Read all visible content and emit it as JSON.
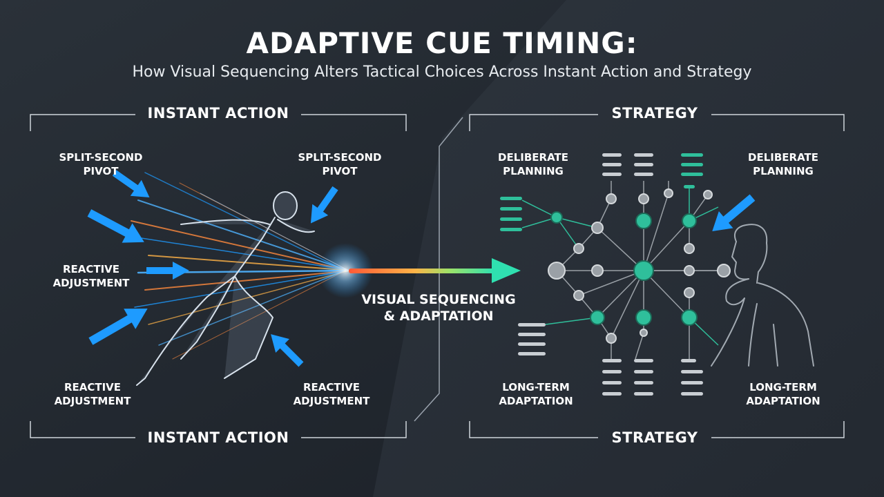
{
  "title": "ADAPTIVE CUE TIMING:",
  "subtitle": "How Visual Sequencing Alters Tactical Choices Across Instant Action and Strategy",
  "left_panel": {
    "title_top": "INSTANT ACTION",
    "title_bottom": "INSTANT ACTION",
    "labels": {
      "top_left": [
        "SPLIT-SECOND",
        "PIVOT"
      ],
      "top_right": [
        "SPLIT-SECOND",
        "PIVOT"
      ],
      "middle_left": [
        "REACTIVE",
        "ADJUSTMENT"
      ],
      "bottom_left": [
        "REACTIVE",
        "ADJUSTMENT"
      ],
      "bottom_right": [
        "REACTIVE",
        "ADJUSTMENT"
      ]
    }
  },
  "center": {
    "label": [
      "VISUAL SEQUENCING",
      "& ADAPTATION"
    ]
  },
  "right_panel": {
    "title_top": "STRATEGY",
    "title_bottom": "STRATEGY",
    "labels": {
      "top_left": [
        "DELIBERATE",
        "PLANNING"
      ],
      "top_right": [
        "DELIBERATE",
        "PLANNING"
      ],
      "bottom_left": [
        "LONG-TERM",
        "ADAPTATION"
      ],
      "bottom_right": [
        "LONG-TERM",
        "ADAPTATION"
      ]
    }
  },
  "colors": {
    "background": "#20262e",
    "cue_blue": "#1e9bff",
    "teal_node": "#2fbf9b",
    "gray_node": "#9aa0a6",
    "orange_streak": "#ff8a3d"
  },
  "icons": [
    "runner-figure",
    "thinker-figure",
    "cue-arrow-icon",
    "node-network"
  ]
}
